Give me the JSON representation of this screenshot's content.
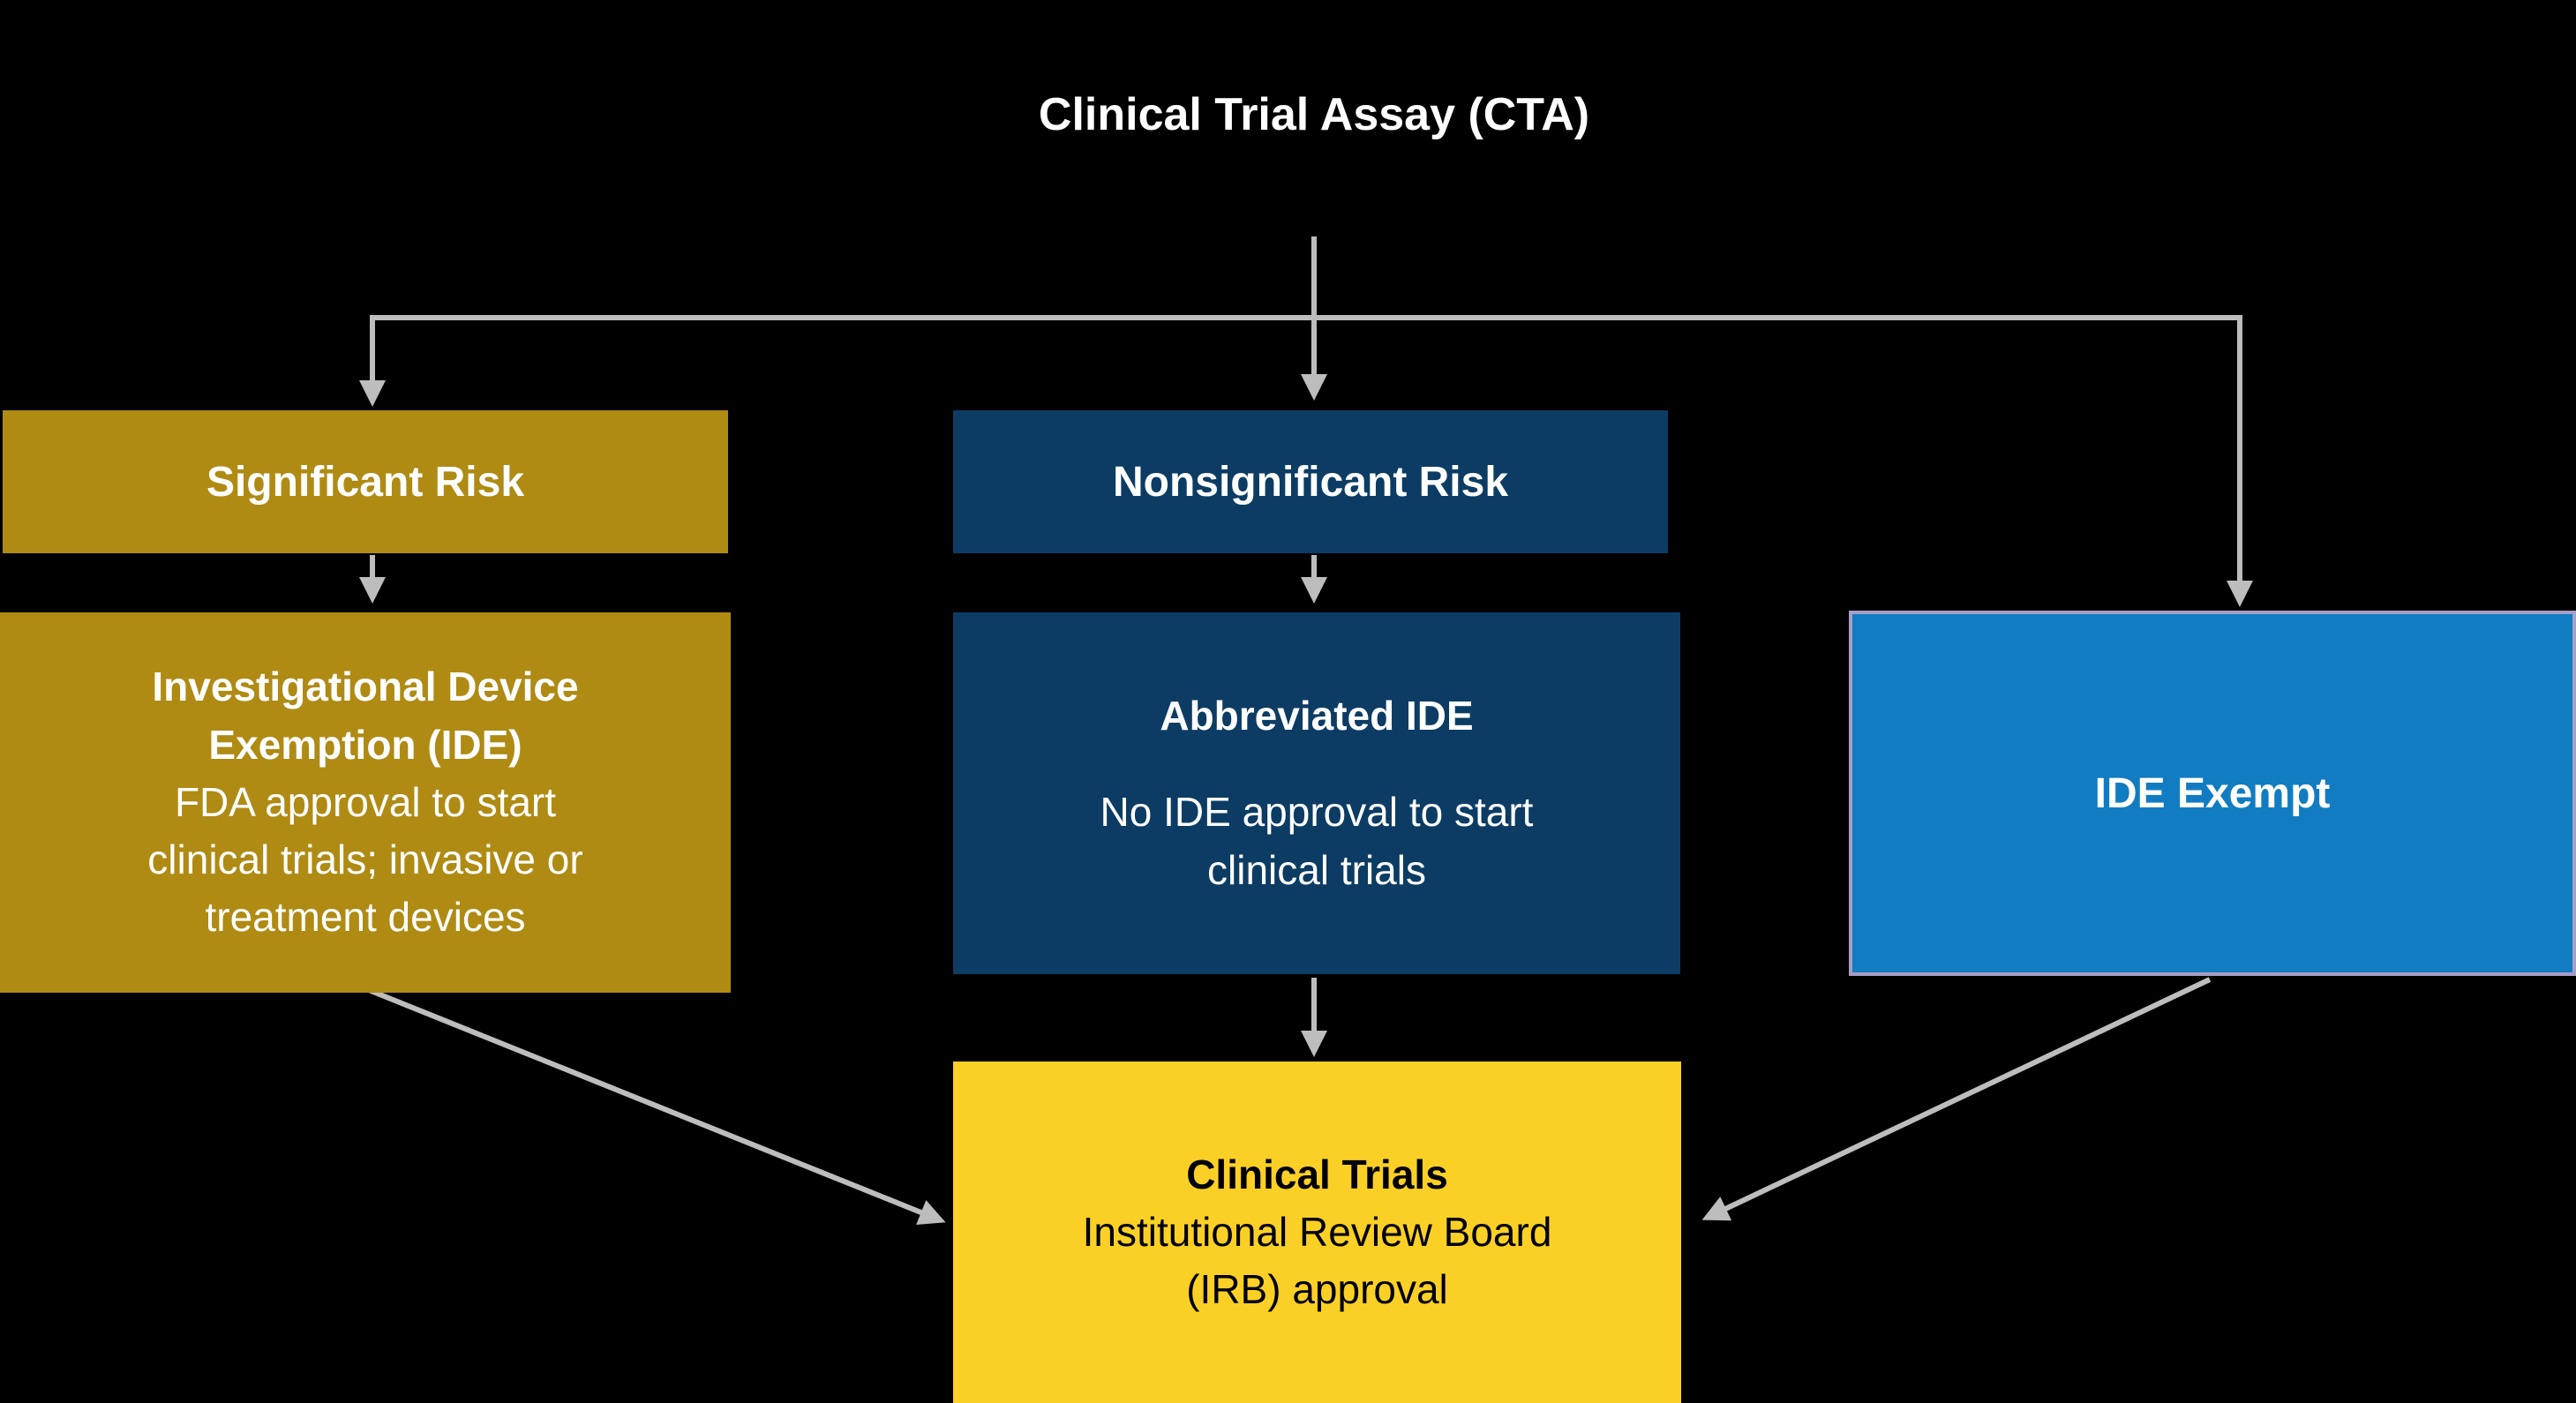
{
  "title": "Clinical Trial Assay (CTA)",
  "nodes": {
    "significant_risk": {
      "label": "Significant Risk"
    },
    "nonsignificant_risk": {
      "label": "Nonsignificant Risk"
    },
    "ide": {
      "heading": [
        "Investigational Device",
        "Exemption (IDE)"
      ],
      "body": [
        "FDA approval to start",
        "clinical trials; invasive or",
        "treatment devices"
      ]
    },
    "abbreviated_ide": {
      "heading": "Abbreviated IDE",
      "body": [
        "No IDE approval to start",
        "clinical trials"
      ]
    },
    "ide_exempt": {
      "label": "IDE Exempt"
    },
    "clinical_trials": {
      "heading": "Clinical Trials",
      "body": [
        "Institutional Review Board",
        "(IRB) approval"
      ]
    }
  },
  "colors": {
    "bg": "#000000",
    "gold": "#AF8B14",
    "navy": "#0C3C64",
    "blue": "#117CC2",
    "yellow": "#FBD026",
    "arrow": "#BDBDBD",
    "exempt_border": "#A79EC7",
    "text_light": "#FFFFFF",
    "text_dark": "#000000"
  }
}
